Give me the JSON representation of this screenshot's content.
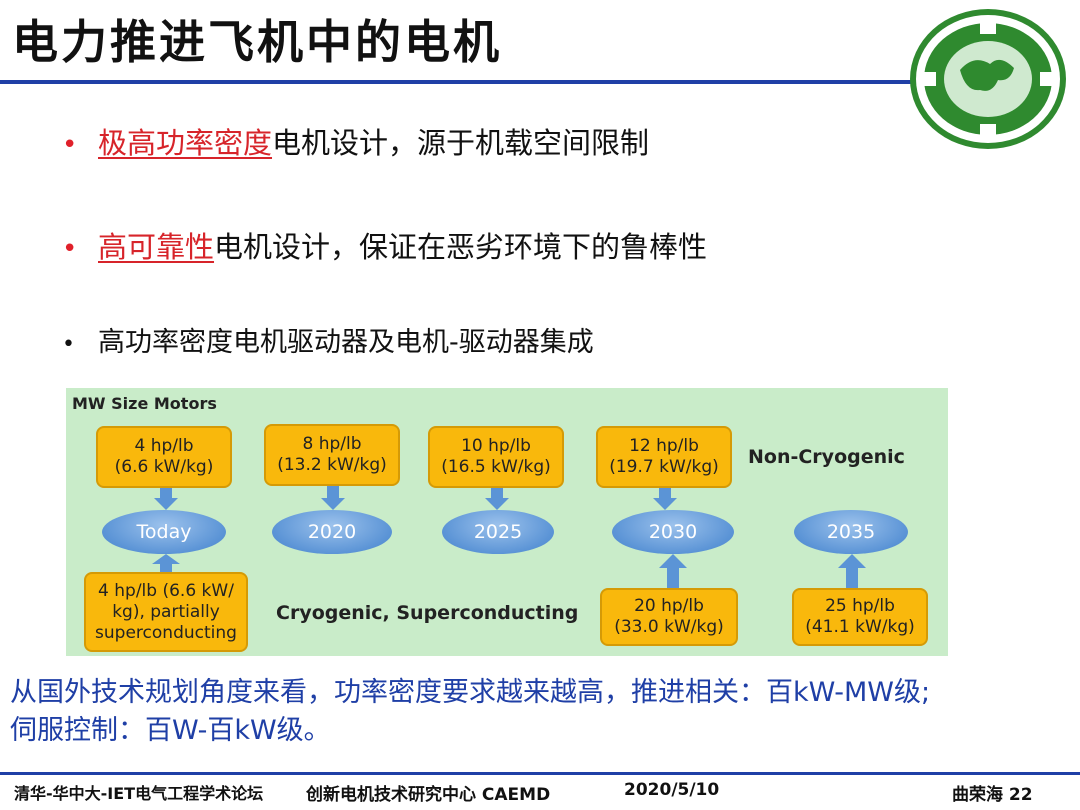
{
  "title": "电力推进飞机中的电机",
  "bullets": [
    {
      "highlight": "极高功率密度",
      "text": "电机设计，源于机载空间限制"
    },
    {
      "highlight": "高可靠性",
      "text": "电机设计，保证在恶劣环境下的鲁棒性"
    },
    {
      "text": "高功率密度电机驱动器及电机-驱动器集成"
    }
  ],
  "diagram": {
    "title": "MW Size Motors",
    "years": [
      "Today",
      "2020",
      "2025",
      "2030",
      "2035"
    ],
    "non_cryogenic_label": "Non-Cryogenic",
    "cryogenic_label": "Cryogenic, Superconducting",
    "top_boxes": [
      {
        "line1": "4 hp/lb",
        "line2": "(6.6 kW/kg)"
      },
      {
        "line1": "8 hp/lb",
        "line2": "(13.2 kW/kg)"
      },
      {
        "line1": "10 hp/lb",
        "line2": "(16.5 kW/kg)"
      },
      {
        "line1": "12 hp/lb",
        "line2": "(19.7 kW/kg)"
      }
    ],
    "bottom_boxes": [
      {
        "line1": "4 hp/lb (6.6 kW/",
        "line2": "kg), partially",
        "line3": "superconducting"
      },
      {
        "line1": "20 hp/lb",
        "line2": "(33.0 kW/kg)"
      },
      {
        "line1": "25 hp/lb",
        "line2": "(41.1 kW/kg)"
      }
    ]
  },
  "note": {
    "line1": "从国外技术规划角度来看，功率密度要求越来越高，推进相关：百kW-MW级;",
    "line2": "伺服控制：百W-百kW级。"
  },
  "footer": {
    "forum": "清华-华中大-IET电气工程学术论坛",
    "center": "创新电机技术研究中心 CAEMD",
    "date": "2020/5/10",
    "author_page": "曲荣海  22"
  },
  "colors": {
    "accent_blue": "#1f3fa6",
    "highlight_red": "#d7242a",
    "box_yellow": "#f9b80c",
    "panel_green": "#c9ecc9",
    "oval_blue": "#5b94d6"
  }
}
